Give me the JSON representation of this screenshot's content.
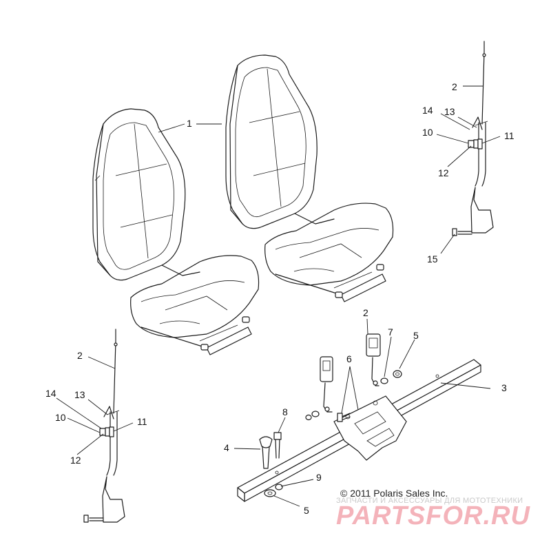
{
  "callouts": {
    "c1": "1",
    "c2a": "2",
    "c13a": "13",
    "c14a": "14",
    "c10a": "10",
    "c11a": "11",
    "c12a": "12",
    "c15": "15",
    "c2b": "2",
    "c14b": "14",
    "c13b": "13",
    "c10b": "10",
    "c11b": "11",
    "c12b": "12",
    "c2c": "2",
    "c7": "7",
    "c5a": "5",
    "c6": "6",
    "c3": "3",
    "c8": "8",
    "c4": "4",
    "c9": "9",
    "c5b": "5"
  },
  "copyright": "© 2011 Polaris Sales Inc.",
  "watermark": {
    "tagline": "ЗАПЧАСТИ И АКСЕССУАРЫ ДЛЯ МОТОТЕХНИКИ",
    "brand": "PARTSFOR.RU"
  }
}
